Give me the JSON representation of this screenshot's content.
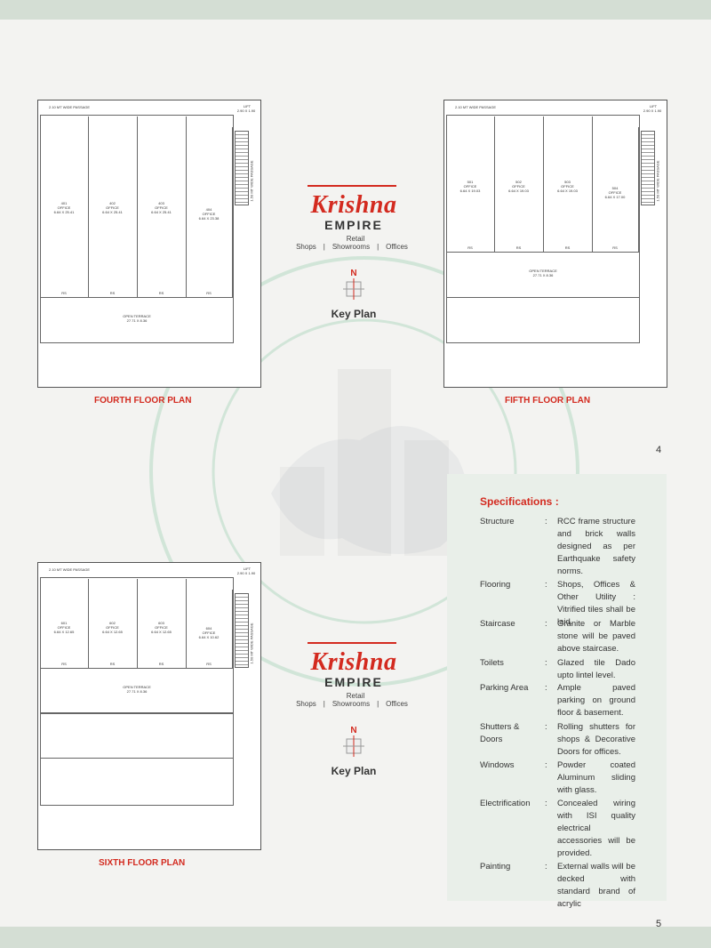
{
  "page_numbers": {
    "top": "4",
    "bottom": "5"
  },
  "plans": {
    "fourth": {
      "title": "FOURTH FLOOR PLAN",
      "passage": "2.10 MT WIDE PASSAGE",
      "lift": "LIFT",
      "lift_size": "2.90 X 1.90",
      "side_passage": "1.50 MT WIDE PASSAGE",
      "terrace": "OPEN TERRACE",
      "terrace_size": "27.71 X 8.36",
      "rooms": [
        {
          "no": "401",
          "type": "OFFICE",
          "size": "6.64 X 25.41",
          "rs": "RS"
        },
        {
          "no": "402",
          "type": "OFFICE",
          "size": "6.64 X 25.41",
          "rs": "RS"
        },
        {
          "no": "403",
          "type": "OFFICE",
          "size": "6.64 X 25.41",
          "rs": "RS"
        },
        {
          "no": "404",
          "type": "OFFICE",
          "size": "6.64 X 23.38",
          "rs": "RS"
        }
      ]
    },
    "fifth": {
      "title": "FIFTH FLOOR PLAN",
      "passage": "2.10 MT WIDE PASSAGE",
      "lift": "LIFT",
      "lift_size": "2.90 X 1.90",
      "side_passage": "1.50 MT WIDE PASSAGE",
      "terrace": "OPEN TERRACE",
      "terrace_size": "27.71 X 8.36",
      "rooms": [
        {
          "no": "501",
          "type": "OFFICE",
          "size": "6.64 X 19.03",
          "rs": "RS"
        },
        {
          "no": "502",
          "type": "OFFICE",
          "size": "6.64 X 19.03",
          "rs": "RS"
        },
        {
          "no": "503",
          "type": "OFFICE",
          "size": "6.64 X 19.03",
          "rs": "RS"
        },
        {
          "no": "504",
          "type": "OFFICE",
          "size": "6.64 X 17.00",
          "rs": "RS"
        }
      ]
    },
    "sixth": {
      "title": "SIXTH FLOOR PLAN",
      "passage": "2.10 MT WIDE PASSAGE",
      "lift": "LIFT",
      "lift_size": "2.90 X 1.90",
      "side_passage": "1.50 MT WIDE PASSAGE",
      "terrace": "OPEN TERRACE",
      "terrace_size": "27.71 X 8.36",
      "rooms": [
        {
          "no": "601",
          "type": "OFFICE",
          "size": "6.64 X 12.65",
          "rs": "RS"
        },
        {
          "no": "602",
          "type": "OFFICE",
          "size": "6.64 X 12.65",
          "rs": "RS"
        },
        {
          "no": "603",
          "type": "OFFICE",
          "size": "6.64 X 12.65",
          "rs": "RS"
        },
        {
          "no": "604",
          "type": "OFFICE",
          "size": "6.64 X 10.62",
          "rs": "RS"
        }
      ]
    }
  },
  "logo": {
    "name": "Krishna",
    "sub": "EMPIRE",
    "tags": [
      "Retail Shops",
      "Showrooms",
      "Offices"
    ],
    "separator": "|"
  },
  "keyplan": {
    "north": "N",
    "label": "Key Plan"
  },
  "specs": {
    "title": "Specifications :",
    "items": [
      {
        "label": "Structure",
        "value": "RCC frame structure and brick walls designed as per Earthquake safety norms."
      },
      {
        "label": "Flooring",
        "value": "Shops, Offices & Other Utility : Vitrified tiles shall be laid."
      },
      {
        "label": "Staircase",
        "value": "Granite or Marble stone will be paved above staircase."
      },
      {
        "label": "Toilets",
        "value": "Glazed tile Dado upto lintel level."
      },
      {
        "label": "Parking Area",
        "value": "Ample paved parking on ground floor & basement."
      },
      {
        "label": "Shutters & Doors",
        "value": "Rolling shutters for shops & Decorative Doors for offices."
      },
      {
        "label": "Windows",
        "value": "Powder coated Aluminum sliding with glass."
      },
      {
        "label": "Electrification",
        "value": "Concealed wiring with ISI quality electrical accessories will be provided."
      },
      {
        "label": "Painting",
        "value": "External walls will be decked with standard brand of acrylic"
      }
    ]
  },
  "colors": {
    "accent": "#d32a1f",
    "band": "#d4ded4",
    "watermark": "#3aa56a"
  }
}
